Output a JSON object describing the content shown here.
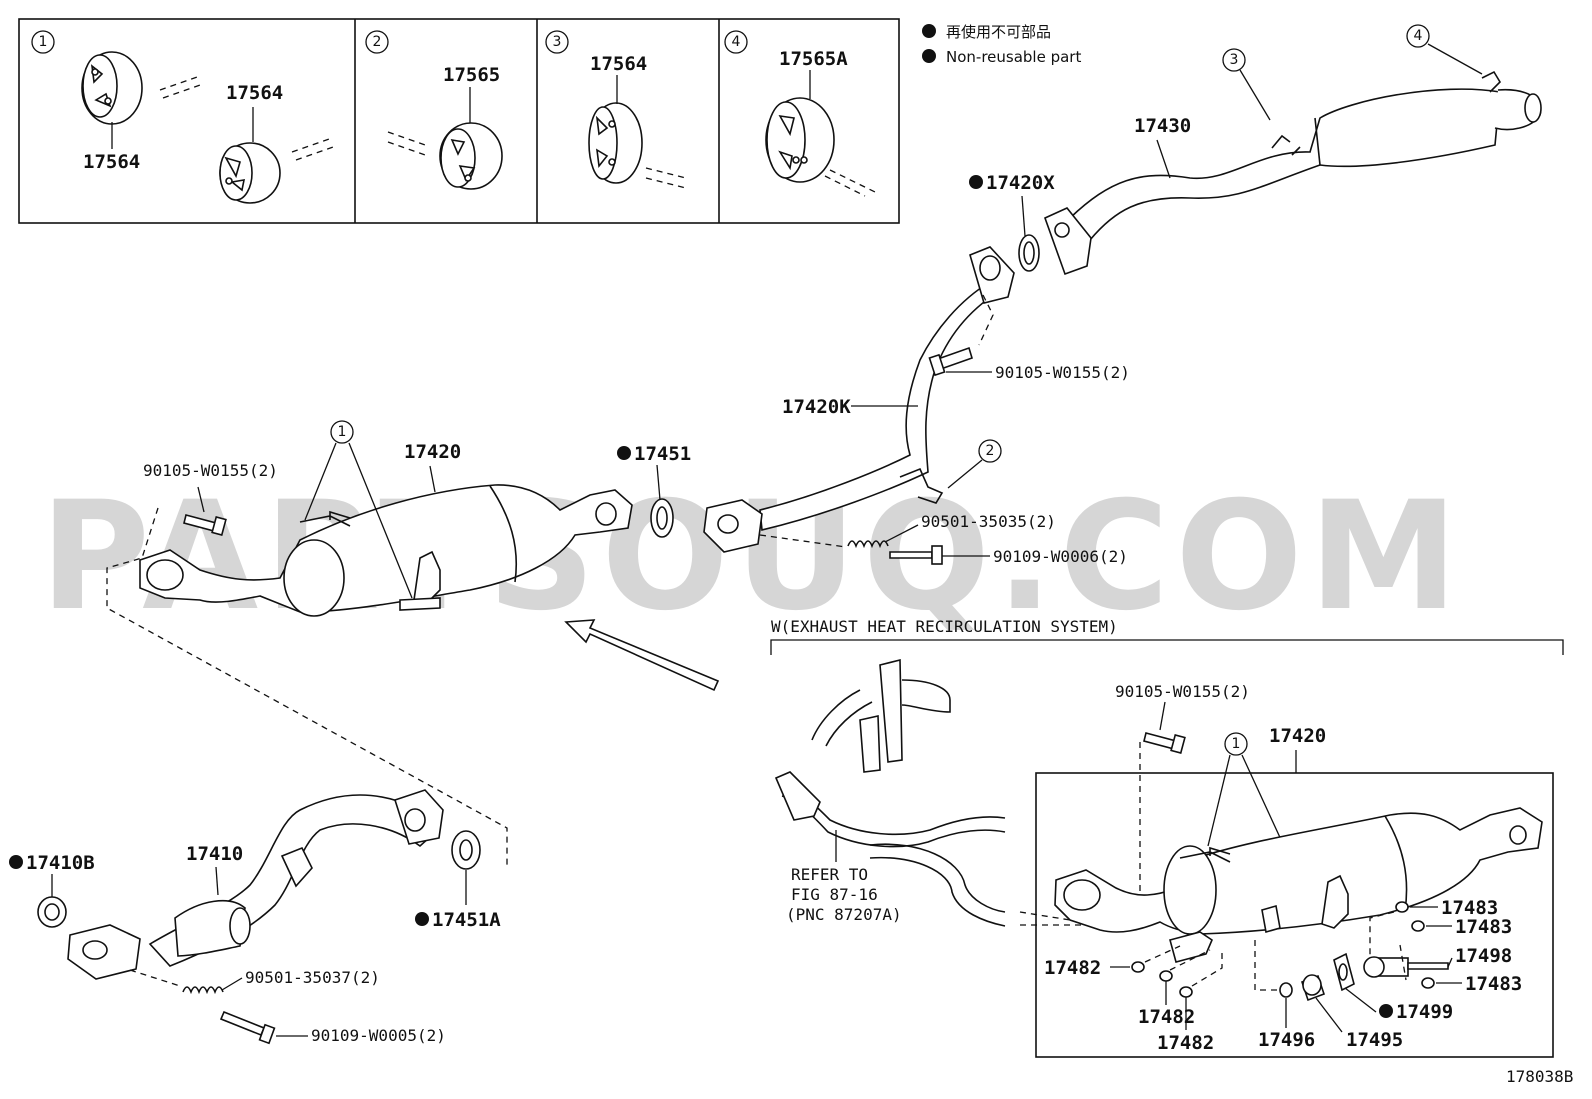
{
  "watermark": "PARTSOUQ.COM",
  "legend": {
    "line_ja": "再使用不可部品",
    "line_en": "Non-reusable part"
  },
  "inset_panels": [
    {
      "index": "1",
      "labels": [
        "17564",
        "17564"
      ]
    },
    {
      "index": "2",
      "labels": [
        "17565"
      ]
    },
    {
      "index": "3",
      "labels": [
        "17564"
      ]
    },
    {
      "index": "4",
      "labels": [
        "17565A"
      ]
    }
  ],
  "callouts": {
    "c3": "3",
    "c4": "4",
    "c1a": "1",
    "c2": "2",
    "c1b": "1"
  },
  "labels": {
    "p17430": "17430",
    "p17420X": "17420X",
    "p90105_top": "90105-W0155(2)",
    "p17420K": "17420K",
    "p17420": "17420",
    "p17451": "17451",
    "p90105_left": "90105-W0155(2)",
    "p90501_35035": "90501-35035(2)",
    "p90109_W0006": "90109-W0006(2)",
    "p17410B": "17410B",
    "p17410": "17410",
    "p17451A": "17451A",
    "p90501_35037": "90501-35037(2)",
    "p90109_W0005": "90109-W0005(2)",
    "w_section_title": "W(EXHAUST HEAT RECIRCULATION SYSTEM)",
    "p90105_w": "90105-W0155(2)",
    "p17420_w": "17420",
    "refer_1": "REFER TO",
    "refer_2": "FIG 87-16",
    "refer_3": "(PNC 87207A)",
    "p17483_a": "17483",
    "p17483_b": "17483",
    "p17498": "17498",
    "p17483_c": "17483",
    "p17482_a": "17482",
    "p17499": "17499",
    "p17482_b": "17482",
    "p17482_c": "17482",
    "p17496": "17496",
    "p17495": "17495"
  },
  "diagram_code": "178038B"
}
